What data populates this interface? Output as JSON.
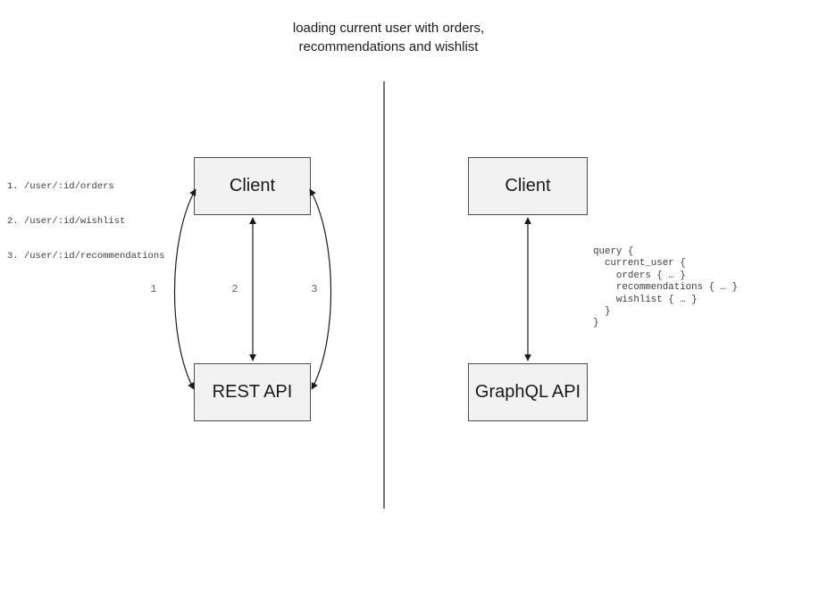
{
  "title": {
    "line1": "loading current user with orders,",
    "line2": "recommendations and wishlist"
  },
  "colors": {
    "box_fill": "#f2f2f2",
    "box_border": "#4d4d4d",
    "arrow": "#1a1a1a",
    "divider": "#757575",
    "code_text": "#3d3d3d",
    "arrow_label_text": "#666666"
  },
  "left_panel": {
    "endpoints": [
      "1. /user/:id/orders",
      "2. /user/:id/wishlist",
      "3. /user/:id/recommendations"
    ],
    "client_label": "Client",
    "api_label": "REST API",
    "arrow_labels": [
      "1",
      "2",
      "3"
    ]
  },
  "right_panel": {
    "client_label": "Client",
    "api_label": "GraphQL API",
    "query_code": "query {\n  current_user {\n    orders { … }\n    recommendations { … }\n    wishlist { … }\n  }\n}"
  }
}
